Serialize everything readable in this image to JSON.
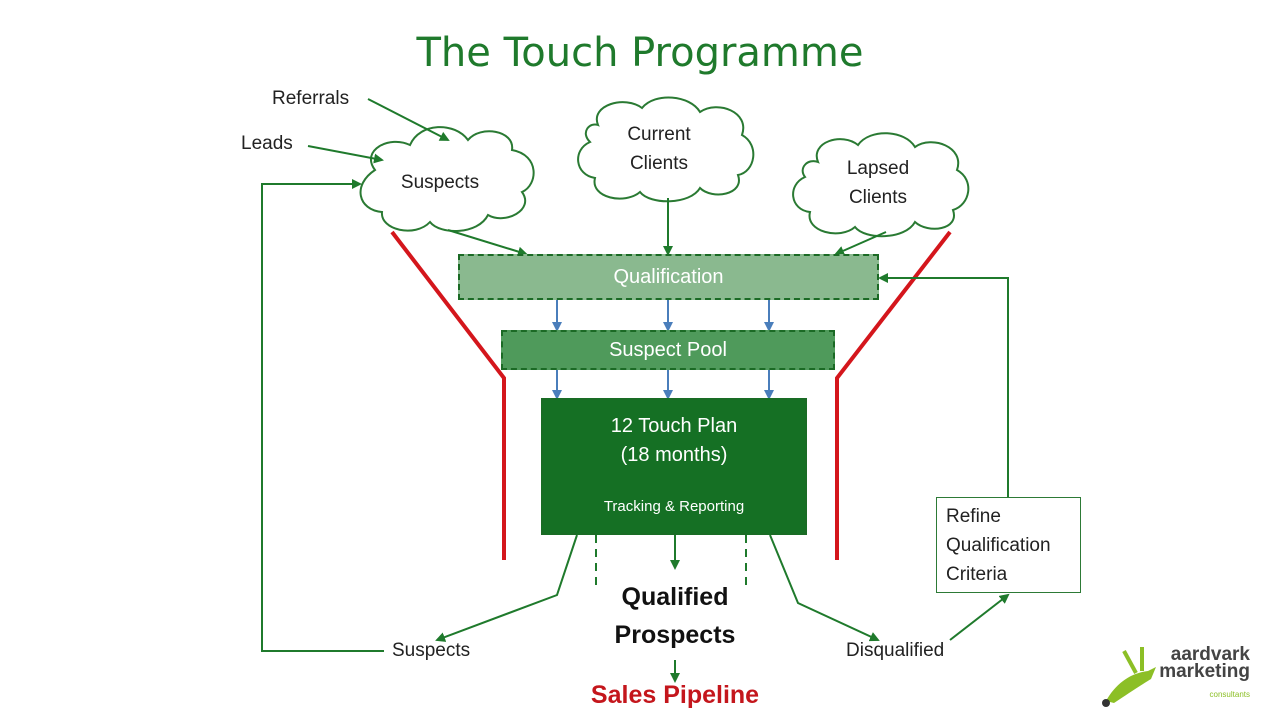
{
  "title": "The Touch Programme",
  "inputs": {
    "referrals": "Referrals",
    "leads": "Leads"
  },
  "clouds": {
    "suspects": "Suspects",
    "current_line1": "Current",
    "current_line2": "Clients",
    "lapsed_line1": "Lapsed",
    "lapsed_line2": "Clients"
  },
  "stages": {
    "qualification": "Qualification",
    "suspect_pool": "Suspect Pool",
    "plan_line1": "12 Touch Plan",
    "plan_line2": "(18 months)",
    "tracking": "Tracking & Reporting"
  },
  "outputs": {
    "qualified_line1": "Qualified",
    "qualified_line2": "Prospects",
    "sales_pipeline": "Sales Pipeline",
    "suspects": "Suspects",
    "disqualified": "Disqualified"
  },
  "refine": {
    "line1": "Refine",
    "line2": "Qualification",
    "line3": "Criteria"
  },
  "logo": {
    "line1": "aardvark",
    "line2": "marketing",
    "sub": "consultants"
  },
  "colors": {
    "title_green": "#1f7a2c",
    "arrow_green": "#1f7a2c",
    "funnel_red": "#d4161c",
    "blue_arrow": "#4a7ebb",
    "sales_red": "#c4161c",
    "logo_green": "#8cbf26"
  }
}
